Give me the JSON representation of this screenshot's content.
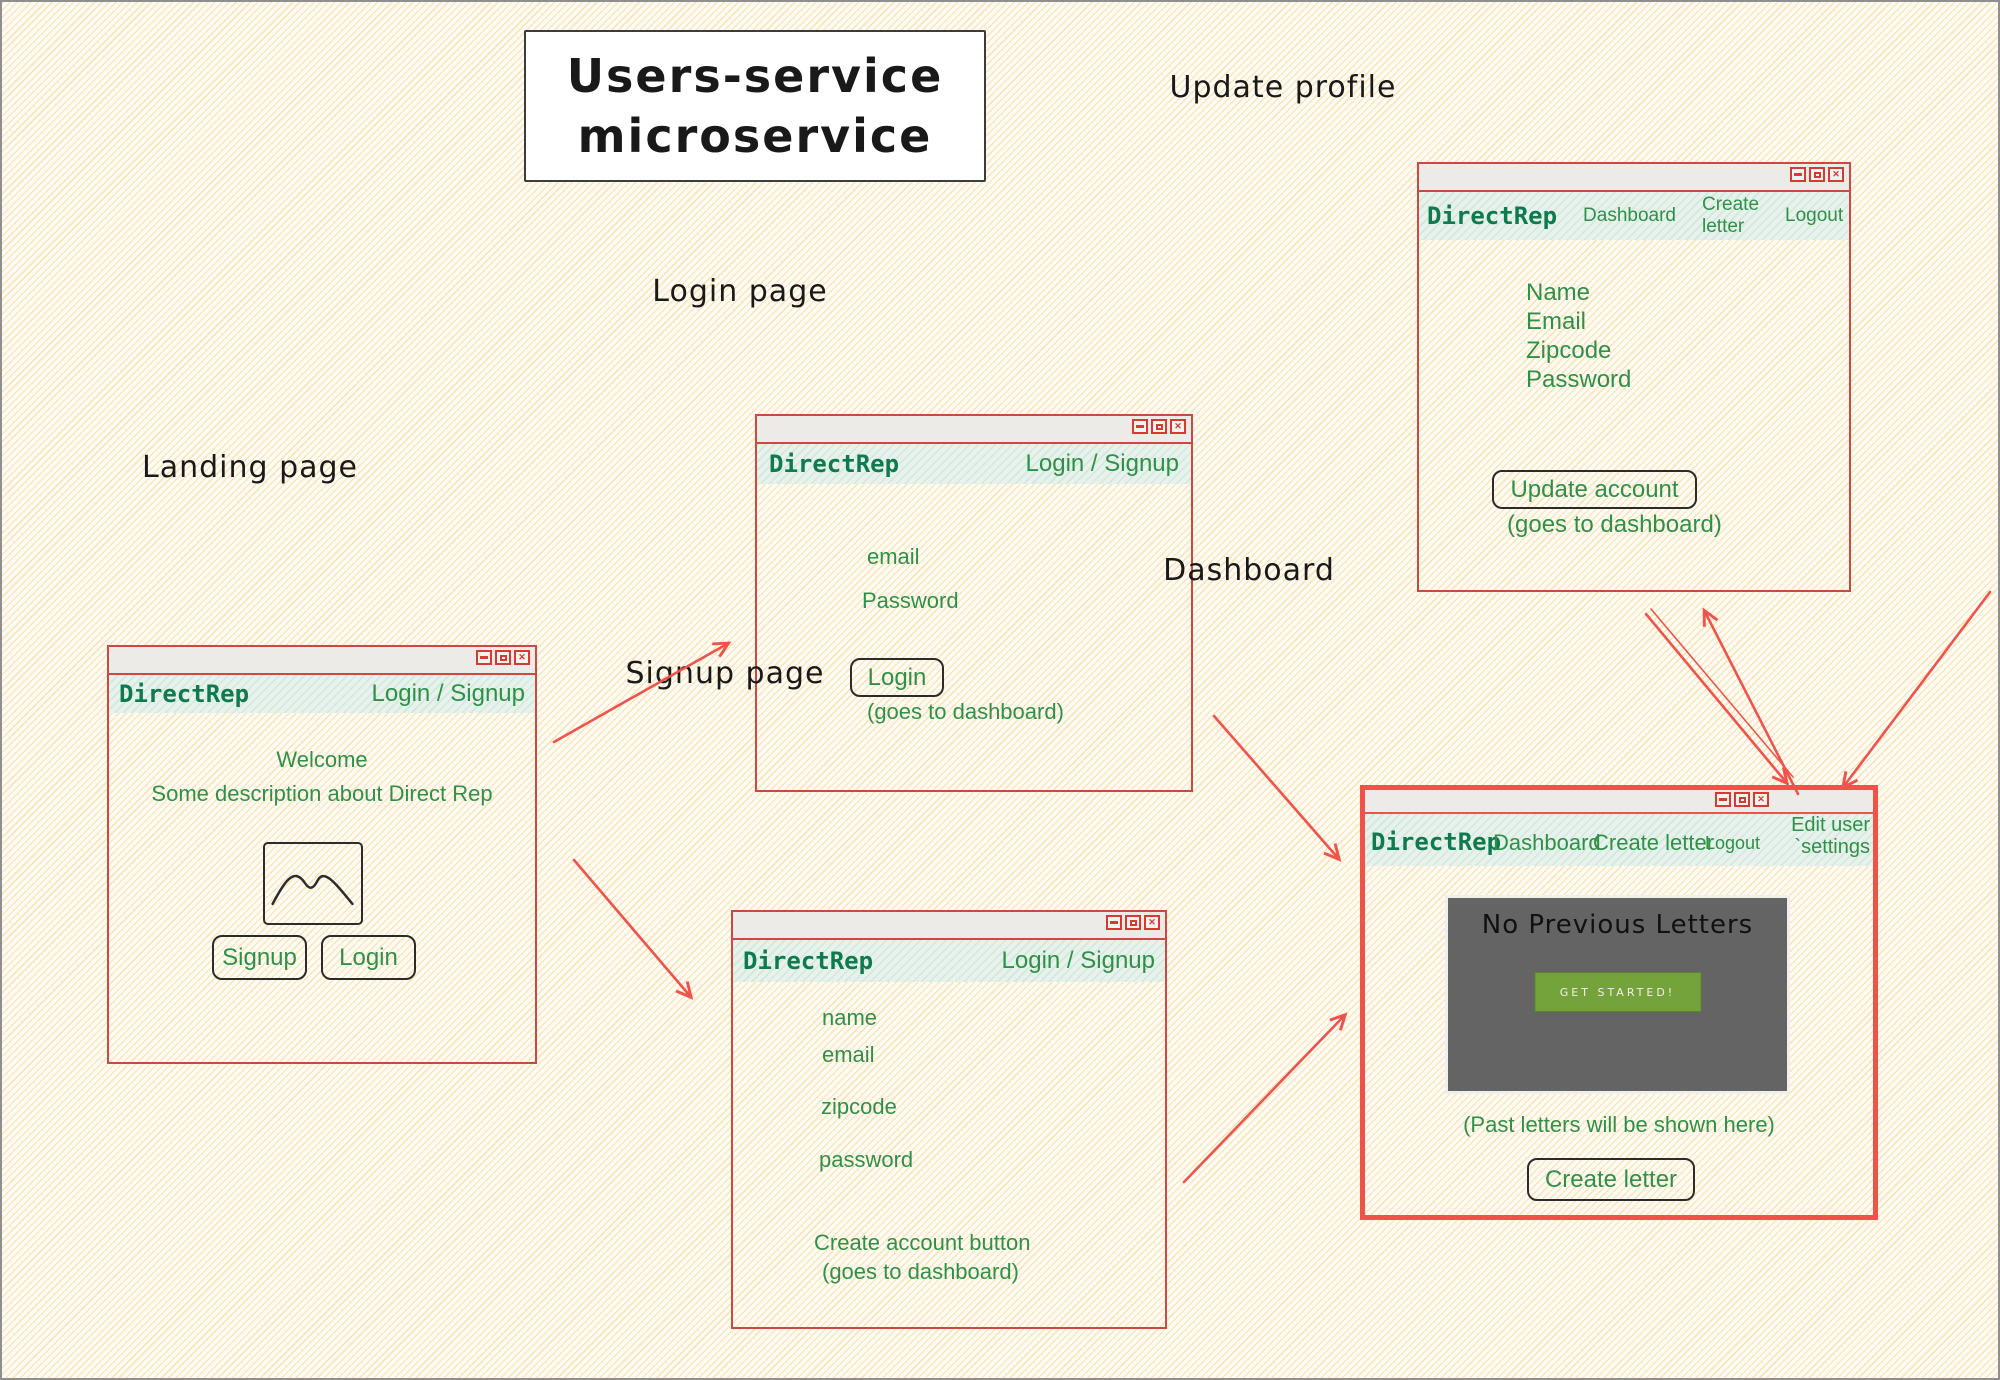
{
  "diagram_title": {
    "line1": "Users-service",
    "line2": "microservice"
  },
  "colors": {
    "canvas_bg": "#fef7e6",
    "hatch_line": "#f3c476",
    "window_border": "#cc4840",
    "dashboard_border": "#f0524a",
    "titlebar_bg": "#ecebe8",
    "navbar_bg": "#e7f2ec",
    "brand_green": "#0e7a4e",
    "text_green": "#2e9147",
    "arrow_red": "#ef5349",
    "panel_gray": "#646464",
    "cta_green": "#74a33c",
    "ink": "#191919"
  },
  "flows": [
    {
      "from": "landing-page",
      "to": "login-page"
    },
    {
      "from": "landing-page",
      "to": "signup-page"
    },
    {
      "from": "login-page",
      "to": "dashboard"
    },
    {
      "from": "signup-page",
      "to": "dashboard"
    },
    {
      "from": "update-profile",
      "to": "dashboard"
    },
    {
      "from": "dashboard",
      "to": "update-profile"
    }
  ],
  "windows": {
    "landing": {
      "label": "Landing page",
      "brand": "DirectRep",
      "nav_right": "Login / Signup",
      "heading": "Welcome",
      "description": "Some description about Direct Rep",
      "signup_button": "Signup",
      "login_button": "Login"
    },
    "login": {
      "label": "Login page",
      "brand": "DirectRep",
      "nav_right": "Login / Signup",
      "fields": [
        "email",
        "Password"
      ],
      "login_button": "Login",
      "note": "(goes to dashboard)"
    },
    "signup": {
      "label": "Signup page",
      "brand": "DirectRep",
      "nav_right": "Login / Signup",
      "fields": [
        "name",
        "email",
        "zipcode",
        "password"
      ],
      "create_text": "Create account button",
      "note": "(goes to dashboard)"
    },
    "update_profile": {
      "label": "Update profile",
      "brand": "DirectRep",
      "links": [
        "Dashboard",
        "Create letter",
        "Logout"
      ],
      "fields": [
        "Name",
        "Email",
        "Zipcode",
        "Password"
      ],
      "update_button": "Update account",
      "note": "(goes to dashboard)"
    },
    "dashboard": {
      "label": "Dashboard",
      "brand": "DirectRep",
      "links": [
        "Dashboard",
        "Create letter",
        "Logout"
      ],
      "edit_user_line1": "Edit user",
      "edit_user_line2": "`settings",
      "panel_heading": "No Previous Letters",
      "cta": "GET STARTED!",
      "note": "(Past letters will be shown here)",
      "create_letter_button": "Create letter"
    }
  }
}
